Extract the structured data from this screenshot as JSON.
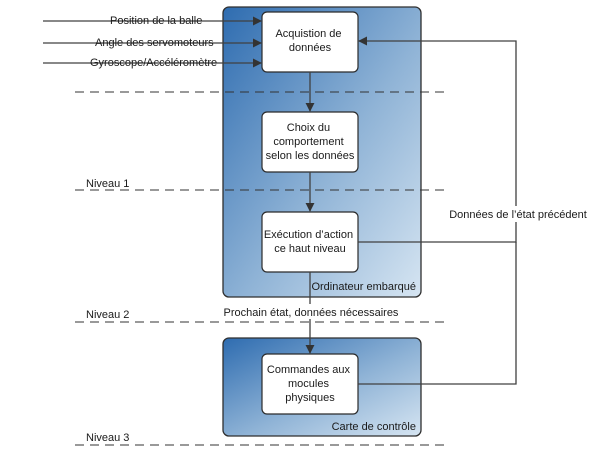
{
  "inputs": {
    "position": "Position de la balle",
    "angle": "Angle des servomoteurs",
    "gyro": "Gyroscope/Accéléromètre"
  },
  "nodes": {
    "acquisition": [
      "Acquistion de",
      "données"
    ],
    "choix": [
      "Choix du",
      "comportement",
      "selon les données"
    ],
    "execution": [
      "Exécution d’action",
      "ce haut niveau"
    ],
    "commandes": [
      "Commandes aux",
      "mocules",
      "physiques"
    ]
  },
  "panels": {
    "ordinateur": "Ordinateur embarqué",
    "carte": "Carte de contrôle"
  },
  "levels": {
    "niveau1": "Niveau 1",
    "niveau2": "Niveau 2",
    "niveau3": "Niveau 3"
  },
  "edges": {
    "feedback": "Données de l’état précédent",
    "prochain": "Prochain état, données nécessaires"
  },
  "colors": {
    "panel_dark": "#2e6cb0",
    "panel_light": "#cfe0ef"
  }
}
